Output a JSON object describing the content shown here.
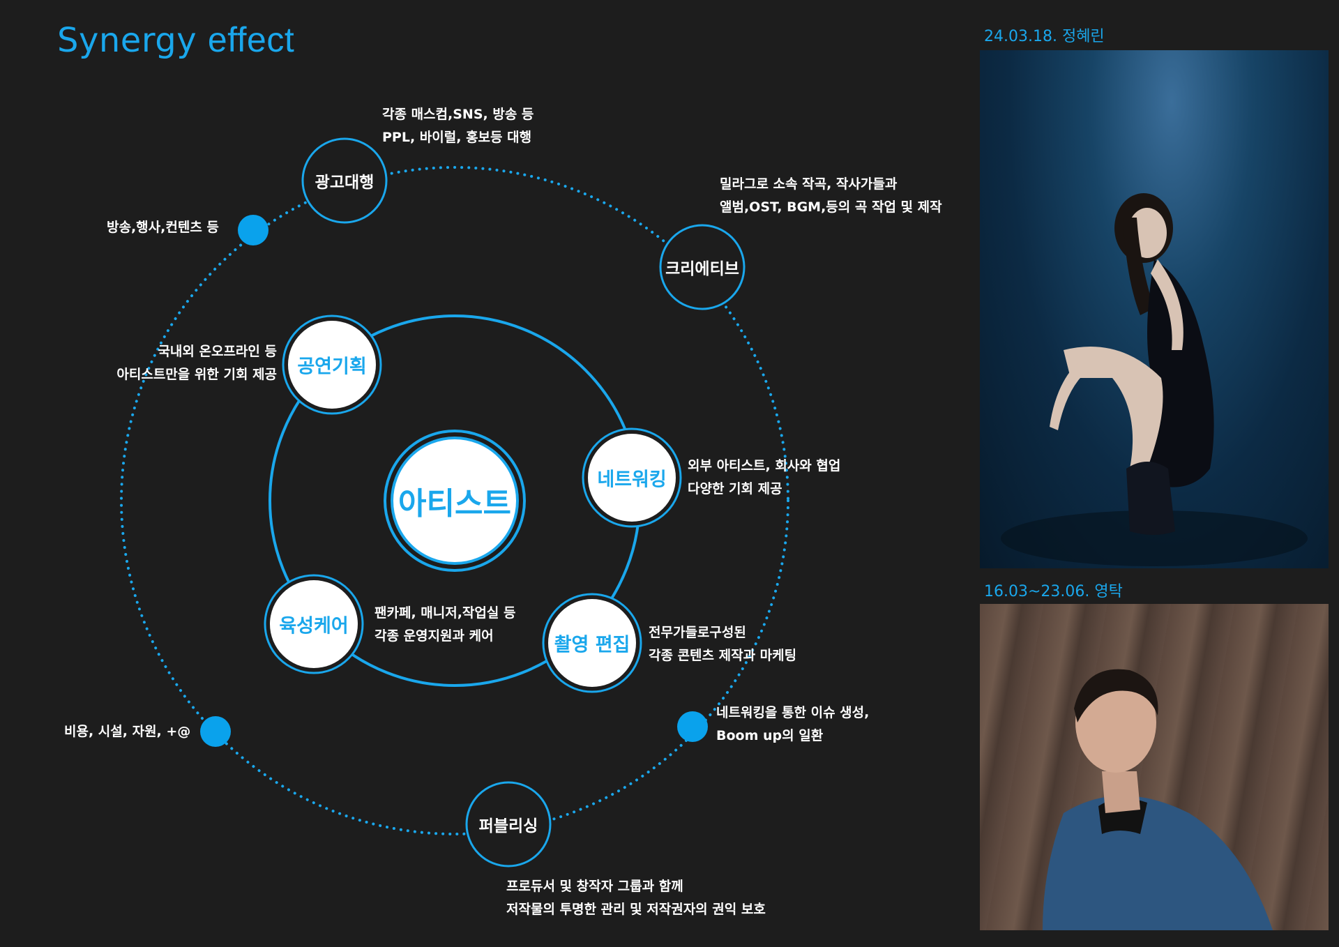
{
  "title": {
    "part1": "Synergy",
    "part2": "effect"
  },
  "center": {
    "label": "아티스트"
  },
  "outer_nodes": [
    {
      "id": "ad",
      "label": "광고대행",
      "desc": [
        "각종 매스컴,SNS, 방송 등",
        "PPL, 바이럴, 홍보등 대행"
      ]
    },
    {
      "id": "creative",
      "label": "크리에티브",
      "desc": [
        "밀라그로 소속 작곡, 작사가들과",
        "앨범,OST, BGM,등의 곡 작업 및 제작"
      ]
    },
    {
      "id": "publishing",
      "label": "퍼블리싱",
      "desc": [
        "프로듀서 및 창작자 그룹과 함께",
        "저작물의 투명한 관리 및 저작권자의 권익 보호"
      ]
    }
  ],
  "inner_nodes": [
    {
      "id": "concert",
      "label": "공연기획",
      "desc": [
        "국내외 온오프라인 등",
        "아티스트만을 위한 기회 제공"
      ]
    },
    {
      "id": "networking",
      "label": "네트워킹",
      "desc": [
        "외부 아티스트, 회사와 협업",
        "다양한 기회 제공"
      ]
    },
    {
      "id": "filming",
      "label": "촬영 편집",
      "desc": [
        "전무가들로구성된",
        "각종 콘텐츠 제작과 마케팅"
      ]
    },
    {
      "id": "care",
      "label": "육성케어",
      "desc": [
        "팬카페, 매니저,작업실 등",
        "각종 운영지원과 케어"
      ]
    }
  ],
  "dot_notes": [
    {
      "id": "broadcast",
      "text": [
        "방송,행사,컨텐츠 등"
      ]
    },
    {
      "id": "cost",
      "text": [
        "비용, 시설, 자원, +@"
      ]
    },
    {
      "id": "issue",
      "text": [
        "네트워킹을 통한 이슈 생성,",
        "Boom up의 일환"
      ]
    }
  ],
  "photos": [
    {
      "caption": "24.03.18. 정혜린"
    },
    {
      "caption": "16.03~23.06. 영탁"
    }
  ],
  "colors": {
    "accent": "#1aa7ec",
    "background": "#1d1d1d",
    "text": "#ffffff"
  }
}
